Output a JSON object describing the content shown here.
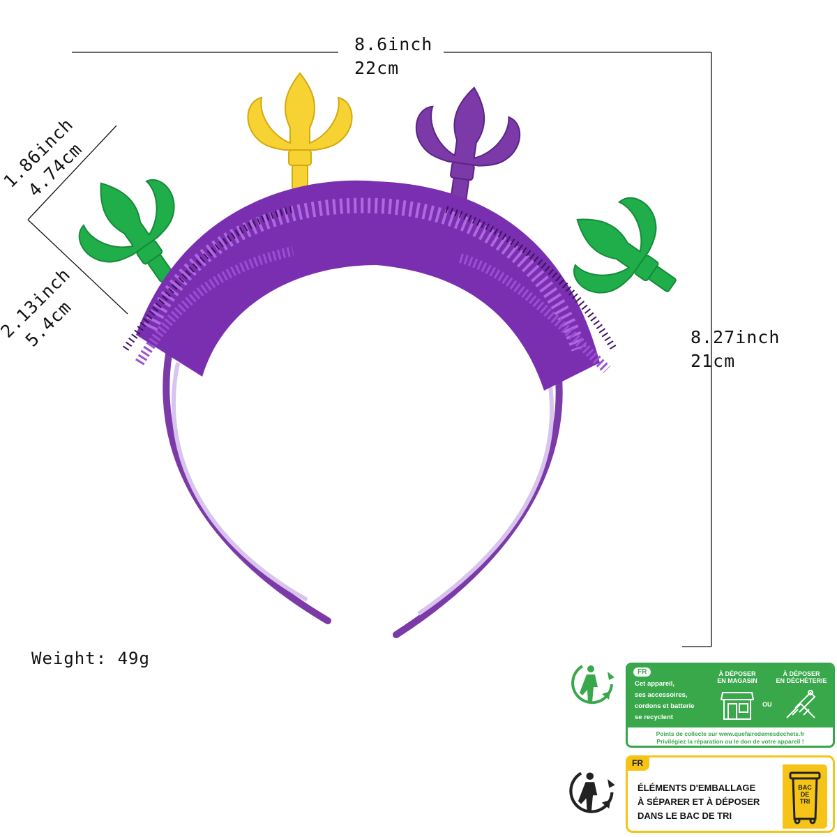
{
  "dimensions": {
    "width_inch": "8.6inch",
    "width_cm": "22cm",
    "height_inch": "8.27inch",
    "height_cm": "21cm",
    "top_left_inch": "1.86inch",
    "top_left_cm": "4.74cm",
    "lower_left_inch": "2.13inch",
    "lower_left_cm": "5.4cm"
  },
  "weight": "Weight: 49g",
  "colors": {
    "purple_tinsel": "#7a2fb0",
    "green": "#1fae4a",
    "yellow": "#f7d233",
    "purple_fleur": "#7b3aa8",
    "label_green": "#39a84b",
    "label_yellow": "#f5c417"
  },
  "labels": {
    "green": {
      "fr": "FR",
      "text_lines": [
        "Cet appareil,",
        "ses accessoires,",
        "cordons et batterie",
        "se recyclent"
      ],
      "col1_line1": "À DÉPOSER",
      "col1_line2": "EN MAGASIN",
      "col2_line1": "À DÉPOSER",
      "col2_line2": "EN DÉCHÈTERIE",
      "ou": "OU",
      "footer_line1": "Points de collecte sur www.quefairedemesdechets.fr",
      "footer_line2": "Privilégiez la réparation ou le don de votre appareil !"
    },
    "yellow": {
      "fr": "FR",
      "line1": "ÉLÉMENTS D'EMBALLAGE",
      "line2": "À SÉPARER ET À DÉPOSER",
      "line3": "DANS LE BAC DE TRI",
      "bin_line1": "BAC",
      "bin_line2": "DE",
      "bin_line3": "TRI"
    }
  },
  "icons": {
    "triman_top": "triman-icon",
    "triman_bottom": "triman-icon",
    "shop": "shop-icon",
    "dump": "waste-disposal-icon",
    "bin": "recycling-bin-icon"
  }
}
